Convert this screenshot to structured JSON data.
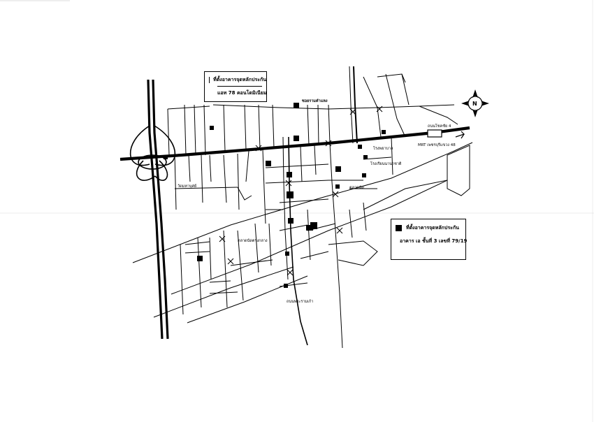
{
  "legend_top": {
    "title": "ที่ตั้งอาคารจุดหลักประกัน",
    "subtitle": "แอท 78 คอนโดมิเนียม"
  },
  "legend_bottom": {
    "title": "ที่ตั้งอาคารจุดหลักประกัน",
    "subtitle": "อาคาร เอ ชั้นที่ 3 เลขที่ 79/19"
  },
  "compass": {
    "letter": "N"
  },
  "labels": {
    "mrt_station": "MRT เพชรบุรีแขวง 48",
    "soi_ramkhamhaeng": "ซอยรามคำแหง",
    "road_right": "ถนนโชคชัย 4",
    "school": "โรงเรียนนานาชาติ",
    "hospital": "โรงพยาบาล",
    "market": "ตลาดนัด",
    "temple": "วัดมหาบุศย์",
    "park": "ตลาดนัดตรงกลาง",
    "bottom_label": "ถนนพระรามเก้า"
  }
}
